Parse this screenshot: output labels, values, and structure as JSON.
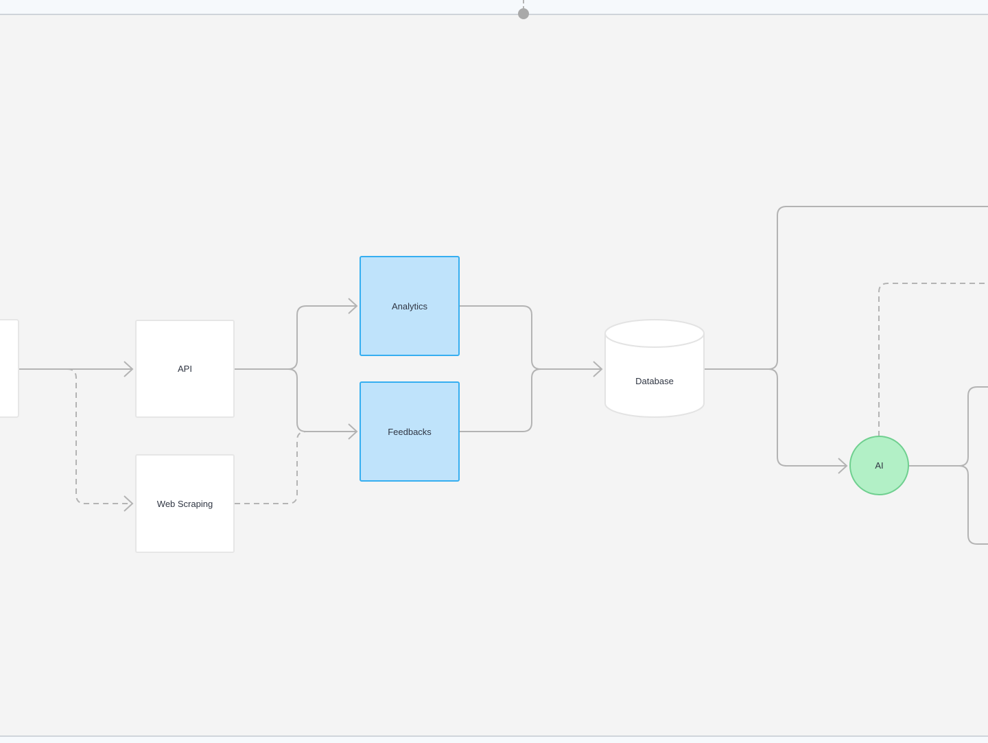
{
  "colors": {
    "canvas": "#f4f4f4",
    "edge": "#b3b3b3",
    "node_fill": "#ffffff",
    "node_border": "#e6e6e6",
    "highlight_fill": "#bfe3fb",
    "highlight_border": "#35aef0",
    "ai_fill": "#b2f0c6",
    "ai_border": "#6fcf8f"
  },
  "nodes": {
    "api": "API",
    "web_scraping": "Web Scraping",
    "analytics": "Analytics",
    "feedbacks": "Feedbacks",
    "database": "Database",
    "ai": "AI"
  }
}
